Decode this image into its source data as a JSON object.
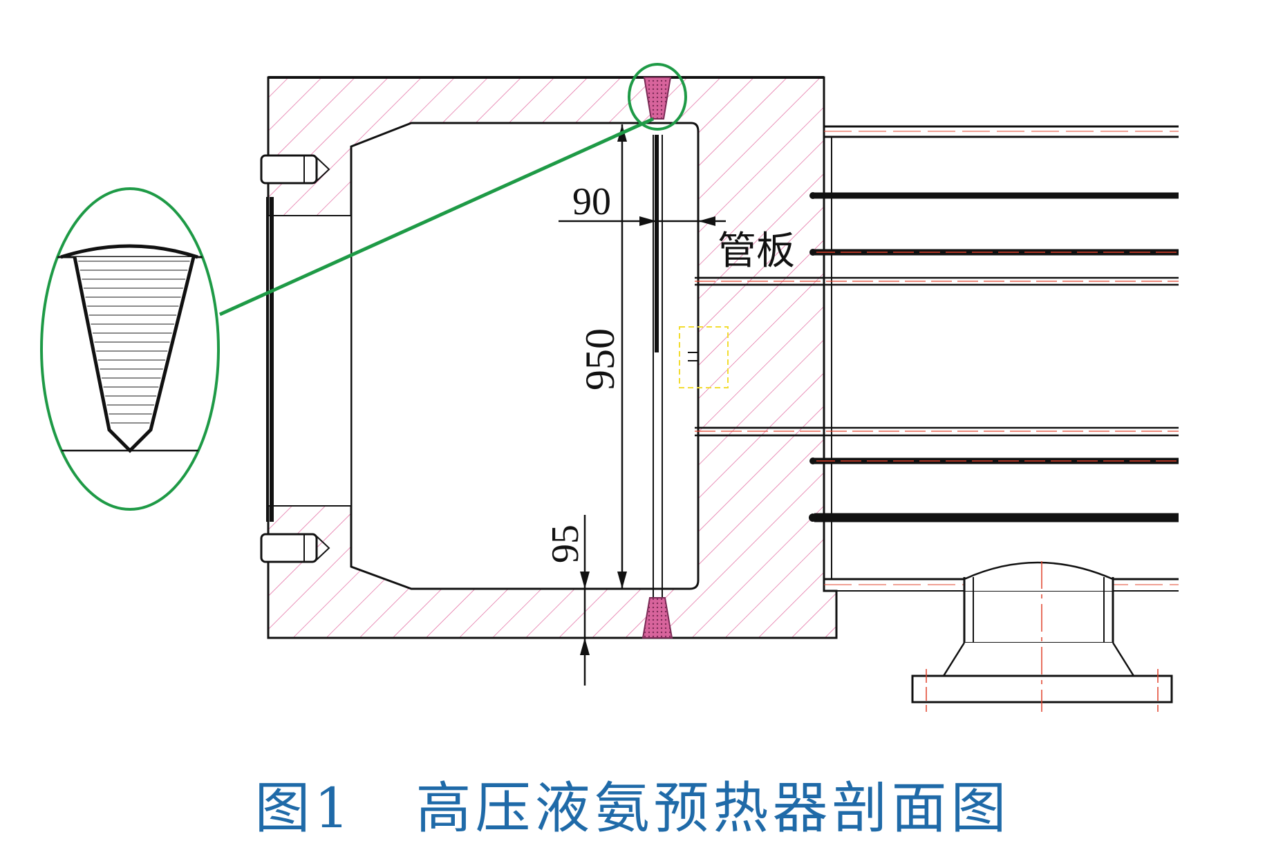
{
  "dimensions": {
    "wall_thickness": "90",
    "vessel_height": "950",
    "bottom_thickness": "95"
  },
  "labels": {
    "tube_sheet": "管板"
  },
  "caption": {
    "figure_number": "图1",
    "title": "高压液氨预热器剖面图"
  },
  "colors": {
    "hatch": "#e0619a",
    "weld_fill": "#d8649c",
    "detail_circle": "#1e9a46",
    "centerline": "#e0402a",
    "caption": "#1f6aa8",
    "inspection_box": "#f2dc30"
  }
}
